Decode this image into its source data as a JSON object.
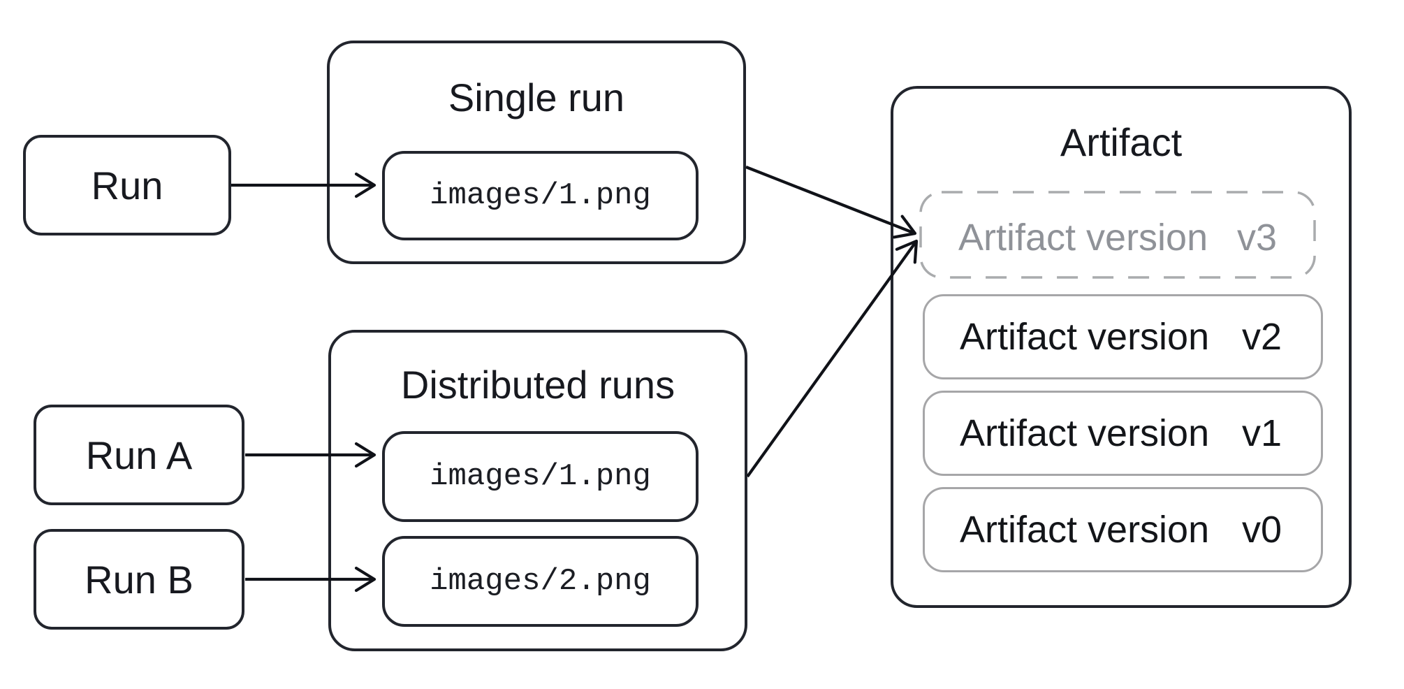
{
  "diagram": {
    "nodes": {
      "run": {
        "label": "Run"
      },
      "run_a": {
        "label": "Run A"
      },
      "run_b": {
        "label": "Run B"
      }
    },
    "groups": {
      "single_run": {
        "title": "Single run",
        "items": [
          {
            "path": "images/1.png"
          }
        ]
      },
      "distributed_runs": {
        "title": "Distributed runs",
        "items": [
          {
            "path": "images/1.png"
          },
          {
            "path": "images/2.png"
          }
        ]
      },
      "artifact": {
        "title": "Artifact",
        "versions": [
          {
            "label": "Artifact version",
            "version": "v3",
            "state": "pending"
          },
          {
            "label": "Artifact version",
            "version": "v2",
            "state": "committed"
          },
          {
            "label": "Artifact version",
            "version": "v1",
            "state": "committed"
          },
          {
            "label": "Artifact version",
            "version": "v0",
            "state": "committed"
          }
        ]
      }
    },
    "colors": {
      "stroke_dark": "#22252d",
      "stroke_gray": "#a6a6a8",
      "dashed_gray": "#a9abad",
      "text_dark": "#17191f",
      "text_gray": "#8f9298",
      "background": "#ffffff"
    }
  }
}
